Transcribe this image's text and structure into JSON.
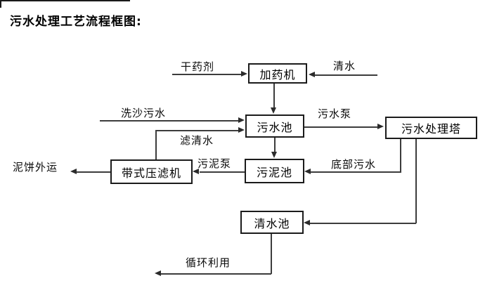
{
  "title": "污水处理工艺流程框图:",
  "diagram": {
    "nodes": {
      "dosing_machine": "加药机",
      "sewage_pool": "污水池",
      "sewage_treatment_tower": "污水处理塔",
      "sludge_pool": "污泥池",
      "belt_filter_press": "带式压滤机",
      "clean_water_pool": "清水池"
    },
    "flow_labels": {
      "dry_chemical": "干药剂",
      "clean_water": "清水",
      "sand_washing_sewage": "洗沙污水",
      "filtered_water": "滤清水",
      "sewage_pump": "污水泵",
      "sludge_pump": "污泥泵",
      "bottom_sewage": "底部污水",
      "mud_cake_shipped_out": "泥饼外运",
      "recycling": "循环利用"
    }
  },
  "colors": {
    "background": "#ffffff",
    "line": "#3c3c3c",
    "box_border": "#1b1b1b",
    "text": "#000000"
  }
}
